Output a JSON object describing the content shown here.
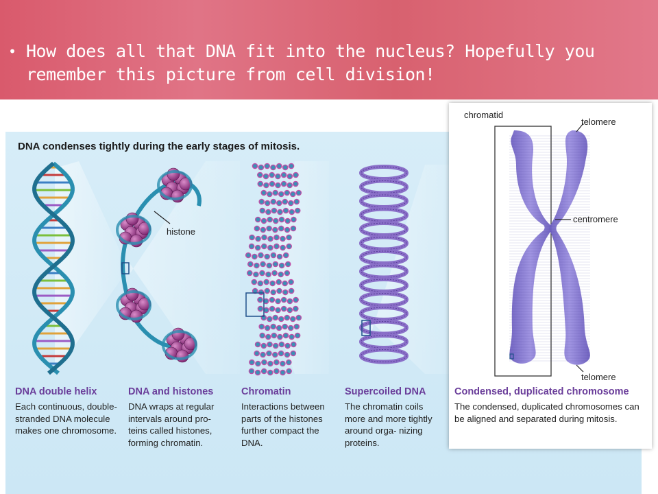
{
  "header": {
    "bullet": "•",
    "text": "How does all that DNA fit into the nucleus? Hopefully you remember this picture from cell division!"
  },
  "figure": {
    "title": "DNA condenses tightly during the early stages of mitosis.",
    "labels": {
      "histone": "histone",
      "chromatid": "chromatid",
      "telomere_top": "telomere",
      "centromere": "centromere",
      "telomere_bottom": "telomere"
    },
    "captions": [
      {
        "title": "DNA double helix",
        "body": "Each continuous, double-stranded DNA molecule makes one chromosome."
      },
      {
        "title": "DNA and histones",
        "body": "DNA wraps at regular intervals around pro- teins called histones, forming chromatin."
      },
      {
        "title": "Chromatin",
        "body": "Interactions between parts of the histones further compact the DNA."
      },
      {
        "title": "Supercoiled DNA",
        "body": "The chromatin coils more and more tightly around orga- nizing proteins."
      },
      {
        "title": "Condensed, duplicated chromosome",
        "body": "The condensed, duplicated chromosomes can be aligned and separated during mitosis."
      }
    ],
    "colors": {
      "accent_purple": "#6a3d9a",
      "helix_teal": "#2a8fb0",
      "histone_magenta": "#a0398f",
      "chromosome_violet": "#7b6cc8",
      "header_pink": "#dc6577",
      "panel_blue": "#d2eaf7"
    }
  }
}
